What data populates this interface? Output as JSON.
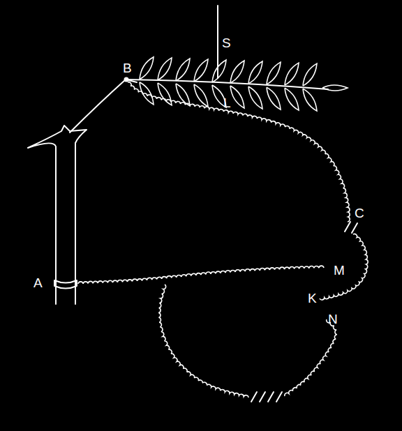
{
  "diagram": {
    "labels": [
      "S",
      "L",
      "B",
      "C",
      "A",
      "M",
      "K",
      "N"
    ]
  }
}
